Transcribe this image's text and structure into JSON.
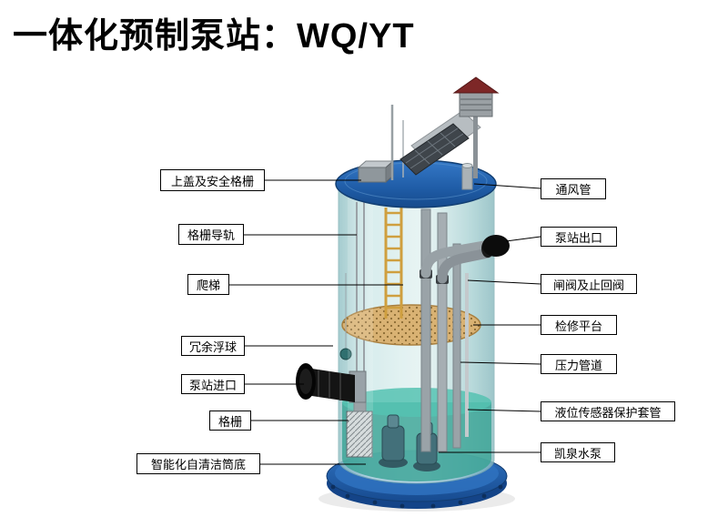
{
  "title": "一体化预制泵站：WQ/YT",
  "diagram": {
    "labels_left": [
      {
        "text": "上盖及安全格栅"
      },
      {
        "text": "格栅导轨"
      },
      {
        "text": "爬梯"
      },
      {
        "text": "冗余浮球"
      },
      {
        "text": "泵站进口"
      },
      {
        "text": "格栅"
      },
      {
        "text": "智能化自清洁筒底"
      }
    ],
    "labels_right": [
      {
        "text": "通风管"
      },
      {
        "text": "泵站出口"
      },
      {
        "text": "闸阀及止回阀"
      },
      {
        "text": "检修平台"
      },
      {
        "text": "压力管道"
      },
      {
        "text": "液位传感器保护套管"
      },
      {
        "text": "凯泉水泵"
      }
    ],
    "colors": {
      "lid_blue": "#1f5ca6",
      "base_blue": "#1b55a0",
      "body_teal": "#bfe0e0",
      "water_teal": "#37a294",
      "platform_tan": "#d9b273",
      "roof_red": "#7d2727",
      "pipe_gray": "#9aa3a8",
      "black_fitting": "#0c0c0c"
    }
  }
}
